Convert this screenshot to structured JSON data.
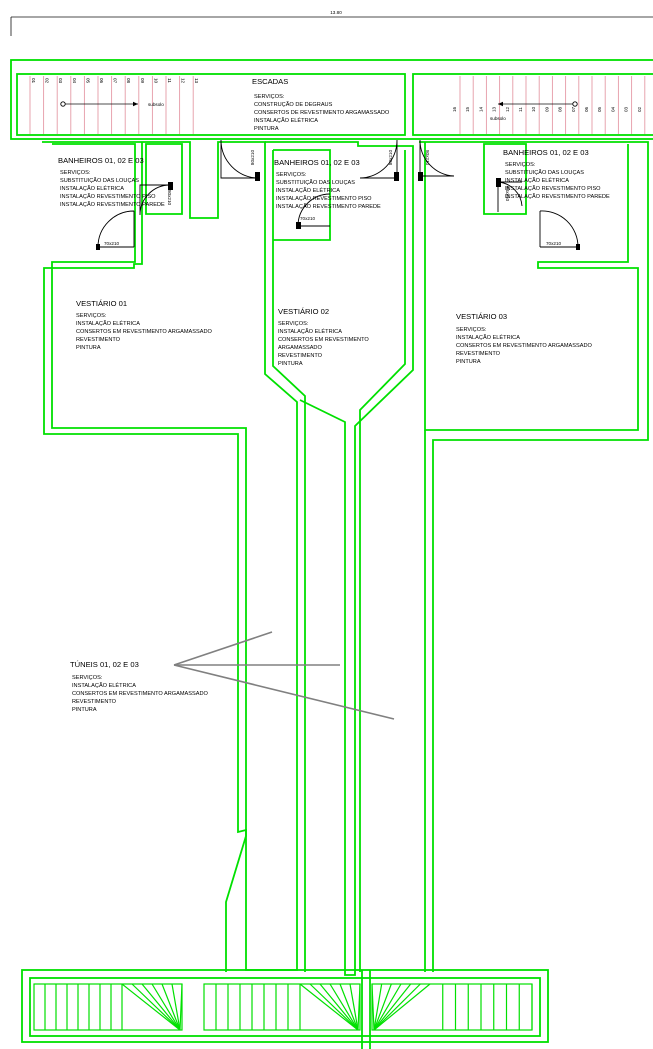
{
  "drawing": {
    "top_dimension": "13.80",
    "colors": {
      "walls": "#00e000",
      "stair_treads": "#e59aa6",
      "leader": "#808080",
      "ink": "#000000"
    }
  },
  "stairs": {
    "title": "ESCADAS",
    "services_label": "SERVIÇOS:",
    "services": [
      "CONSTRUÇÃO DE DEGRAUS",
      "CONSERTOS DE REVESTIMENTO ARGAMASSADO",
      "INSTALAÇÃO ELÉTRICA",
      "PINTURA"
    ],
    "left_steps": [
      "01",
      "02",
      "03",
      "04",
      "05",
      "06",
      "07",
      "08",
      "09",
      "10",
      "11",
      "12",
      "13"
    ],
    "right_steps": [
      "16",
      "15",
      "14",
      "13",
      "12",
      "11",
      "10",
      "09",
      "08",
      "07",
      "06",
      "05",
      "04",
      "03",
      "02"
    ],
    "direction_label": "subsolo"
  },
  "bathrooms": [
    {
      "title": "BANHEIROS 01, 02 E 03",
      "services_label": "SERVIÇOS:",
      "services": [
        "SUBSTITUIÇÃO DAS LOUÇAS",
        "INSTALAÇÃO ELÉTRICA",
        "INSTALAÇÃO REVESTIMENTO PISO",
        "INSTALAÇÃO REVESTIMENTO PAREDE"
      ]
    },
    {
      "title": "BANHEIROS 01, 02 E 03",
      "services_label": "SERVIÇOS:",
      "services": [
        "SUBSTITUIÇÃO DAS LOUÇAS",
        "INSTALAÇÃO ELÉTRICA",
        "INSTALAÇÃO REVESTIMENTO PISO",
        "INSTALAÇÃO REVESTIMENTO PAREDE"
      ]
    },
    {
      "title": "BANHEIROS 01, 02 E 03",
      "services_label": "SERVIÇOS:",
      "services": [
        "SUBSTITUIÇÃO DAS LOUÇAS",
        "INSTALAÇÃO ELÉTRICA",
        "INSTALAÇÃO REVESTIMENTO PISO",
        "INSTALAÇÃO REVESTIMENTO PAREDE"
      ]
    }
  ],
  "door_labels": [
    "70x210",
    "80x210",
    "70x210",
    "80x210",
    "70x210",
    "80x210"
  ],
  "locker_rooms": [
    {
      "title": "VESTIÁRIO 01",
      "services_label": "SERVIÇOS:",
      "services": [
        "INSTALAÇÃO ELÉTRICA",
        "CONSERTOS EM REVESTIMENTO ARGAMASSADO",
        "REVESTIMENTO",
        "PINTURA"
      ]
    },
    {
      "title": "VESTIÁRIO 02",
      "services_label": "SERVIÇOS:",
      "services": [
        "INSTALAÇÃO ELÉTRICA",
        "CONSERTOS EM REVESTIMENTO",
        "ARGAMASSADO",
        "REVESTIMENTO",
        "PINTURA"
      ]
    },
    {
      "title": "VESTIÁRIO 03",
      "services_label": "SERVIÇOS:",
      "services": [
        "INSTALAÇÃO ELÉTRICA",
        "CONSERTOS EM REVESTIMENTO ARGAMASSADO",
        "REVESTIMENTO",
        "PINTURA"
      ]
    }
  ],
  "tunnels": {
    "title": "TÚNEIS 01, 02 E 03",
    "services_label": "SERVIÇOS:",
    "services": [
      "INSTALAÇÃO ELÉTRICA",
      "CONSERTOS EM REVESTIMENTO ARGAMASSADO",
      "REVESTIMENTO",
      "PINTURA"
    ]
  }
}
